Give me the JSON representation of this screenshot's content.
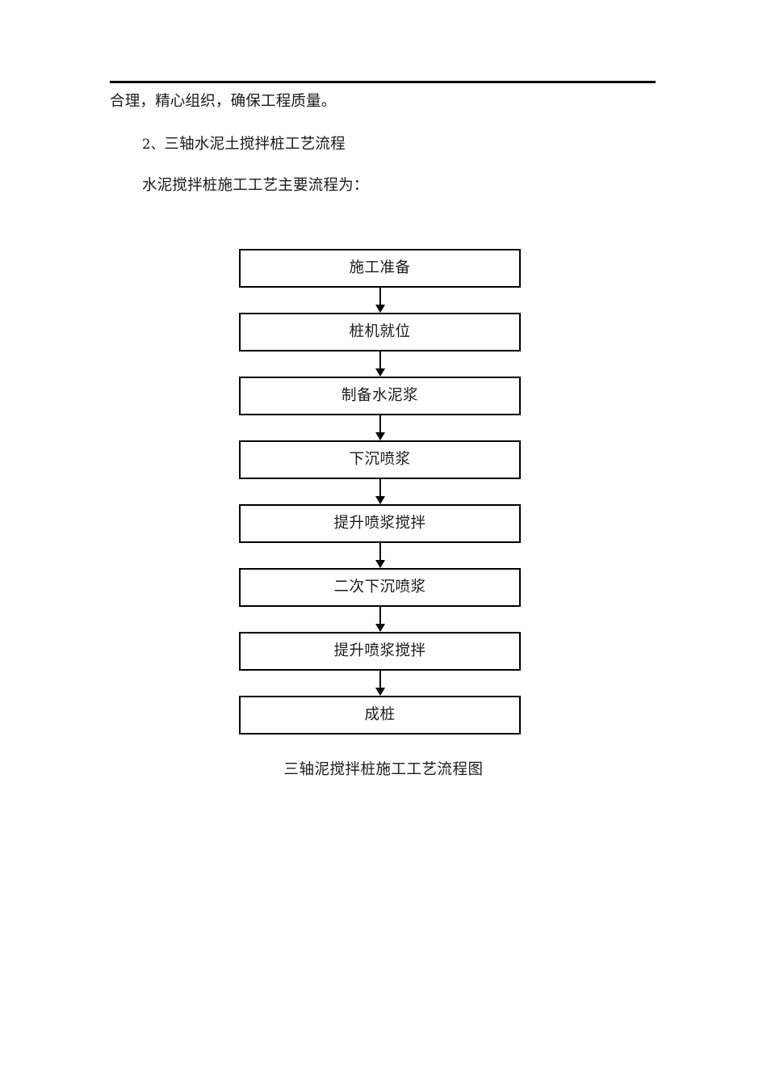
{
  "document": {
    "header_rule": "solid-black-rule",
    "paragraphs": [
      {
        "text": "合理，精心组织，确保工程质量。"
      },
      {
        "number": "2、",
        "text": "三轴水泥土搅拌桩工艺流程"
      },
      {
        "text": "水泥搅拌桩施工工艺主要流程为："
      }
    ]
  },
  "flowchart": {
    "nodes": [
      {
        "label": "施工准备"
      },
      {
        "label": "桩机就位"
      },
      {
        "label": "制备水泥浆"
      },
      {
        "label": "下沉喷浆"
      },
      {
        "label": "提升喷浆搅拌"
      },
      {
        "label": "二次下沉喷浆"
      },
      {
        "label": "提升喷浆搅拌"
      },
      {
        "label": "成桩"
      }
    ],
    "connector_icon": "down-arrow-icon",
    "caption": "三轴泥搅拌桩施工工艺流程图"
  },
  "colors": {
    "text": "#1a1a1a",
    "stroke": "#000000",
    "background": "#ffffff"
  }
}
